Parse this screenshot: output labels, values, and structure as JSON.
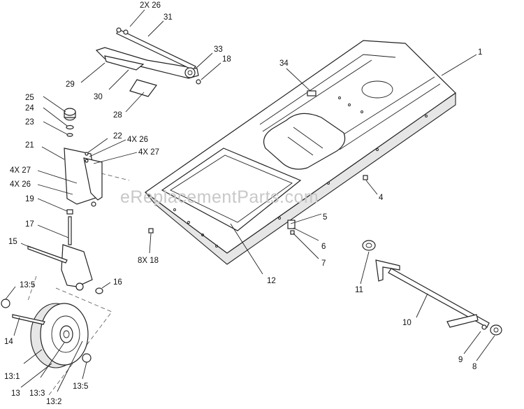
{
  "watermark": "eReplacementParts.com",
  "callouts": [
    {
      "id": "c-2x26",
      "text": "2X 26"
    },
    {
      "id": "c-31",
      "text": "31"
    },
    {
      "id": "c-33",
      "text": "33"
    },
    {
      "id": "c-18a",
      "text": "18"
    },
    {
      "id": "c-29",
      "text": "29"
    },
    {
      "id": "c-30",
      "text": "30"
    },
    {
      "id": "c-28",
      "text": "28"
    },
    {
      "id": "c-34",
      "text": "34"
    },
    {
      "id": "c-1",
      "text": "1"
    },
    {
      "id": "c-25",
      "text": "25"
    },
    {
      "id": "c-24",
      "text": "24"
    },
    {
      "id": "c-23",
      "text": "23"
    },
    {
      "id": "c-22",
      "text": "22"
    },
    {
      "id": "c-4x26a",
      "text": "4X 26"
    },
    {
      "id": "c-4x27a",
      "text": "4X 27"
    },
    {
      "id": "c-21",
      "text": "21"
    },
    {
      "id": "c-4x27b",
      "text": "4X 27"
    },
    {
      "id": "c-4x26b",
      "text": "4X 26"
    },
    {
      "id": "c-19",
      "text": "19"
    },
    {
      "id": "c-17",
      "text": "17"
    },
    {
      "id": "c-15",
      "text": "15"
    },
    {
      "id": "c-16",
      "text": "16"
    },
    {
      "id": "c-4",
      "text": "4"
    },
    {
      "id": "c-5",
      "text": "5"
    },
    {
      "id": "c-6",
      "text": "6"
    },
    {
      "id": "c-7",
      "text": "7"
    },
    {
      "id": "c-8x18",
      "text": "8X 18"
    },
    {
      "id": "c-12",
      "text": "12"
    },
    {
      "id": "c-11",
      "text": "11"
    },
    {
      "id": "c-10",
      "text": "10"
    },
    {
      "id": "c-9",
      "text": "9"
    },
    {
      "id": "c-8",
      "text": "8"
    },
    {
      "id": "c-135a",
      "text": "13:5"
    },
    {
      "id": "c-14",
      "text": "14"
    },
    {
      "id": "c-131",
      "text": "13:1"
    },
    {
      "id": "c-13",
      "text": "13"
    },
    {
      "id": "c-133",
      "text": "13:3"
    },
    {
      "id": "c-132",
      "text": "13:2"
    },
    {
      "id": "c-135b",
      "text": "13:5"
    }
  ]
}
